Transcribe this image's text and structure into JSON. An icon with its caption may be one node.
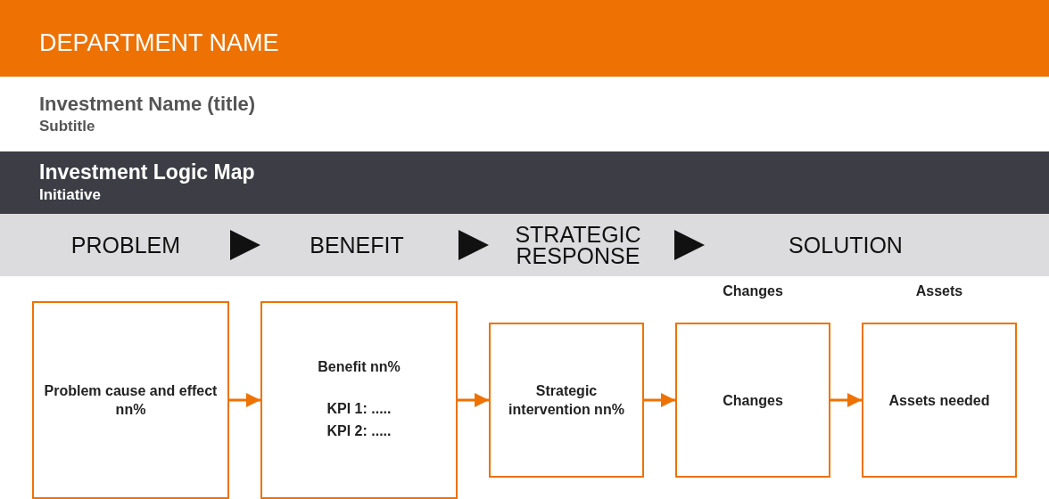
{
  "diagram": {
    "title": "DEPARTMENT NAME",
    "nodes": [
      {
        "text": [
          "PROBLEM"
        ]
      },
      {
        "text": [
          "BENEFIT"
        ]
      },
      {
        "text": [
          "STRATEGIC RESPONSE"
        ]
      },
      {
        "text": [
          "SOLUTION"
        ]
      },
      {
        "text": [
          "Problem cause and effect nn%"
        ]
      },
      {
        "text": [
          "Benefit nn%",
          "KPI 1: .....",
          "KPI 2: ....."
        ]
      },
      {
        "text": [
          "Strategic intervention nn%"
        ]
      },
      {
        "text": [
          "Changes",
          "Changes"
        ]
      },
      {
        "text": [
          "Assets",
          "Assets needed"
        ]
      }
    ],
    "edges": [
      {
        "from": 0,
        "to": 1,
        "arrow": "to",
        "color": "#111111"
      },
      {
        "from": 1,
        "to": 2,
        "arrow": "to",
        "color": "#111111"
      },
      {
        "from": 2,
        "to": 3,
        "arrow": "to",
        "color": "#111111"
      },
      {
        "from": 4,
        "to": 5,
        "arrow": "to",
        "color": "#ee7203"
      },
      {
        "from": 5,
        "to": 6,
        "arrow": "to",
        "color": "#ee7203"
      },
      {
        "from": 6,
        "to": 7,
        "arrow": "to",
        "color": "#ee7203"
      },
      {
        "from": 7,
        "to": 8,
        "arrow": "to",
        "color": "#ee7203"
      }
    ],
    "labels": [
      "Investment Name (title)",
      "Subtitle",
      "Investment Logic Map",
      "Initiative"
    ]
  }
}
